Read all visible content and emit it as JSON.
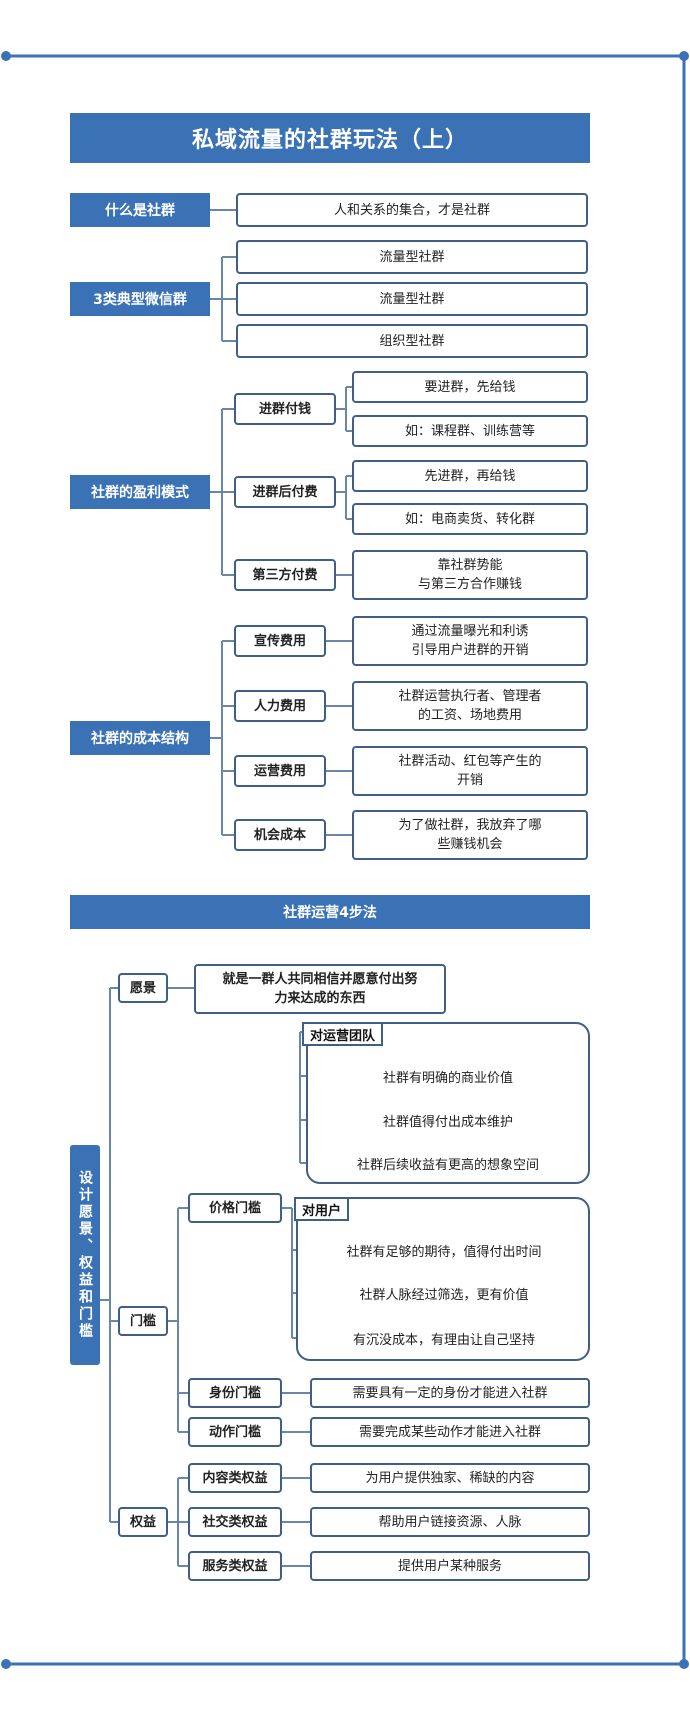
{
  "title": "私域流量的社群玩法（上）",
  "section1": {
    "q1": {
      "label": "什么是社群",
      "answer": "人和关系的集合，才是社群"
    },
    "q2": {
      "label": "3类典型微信群",
      "items": [
        "流量型社群",
        "流量型社群",
        "组织型社群"
      ]
    },
    "q3": {
      "label": "社群的盈利模式",
      "branches": [
        {
          "label": "进群付钱",
          "items": [
            "要进群，先给钱",
            "如：课程群、训练营等"
          ]
        },
        {
          "label": "进群后付费",
          "items": [
            "先进群，再给钱",
            "如：电商卖货、转化群"
          ]
        },
        {
          "label": "第三方付费",
          "items": [
            "靠社群势能\n与第三方合作赚钱"
          ]
        }
      ]
    },
    "q4": {
      "label": "社群的成本结构",
      "branches": [
        {
          "label": "宣传费用",
          "item": "通过流量曝光和利诱\n引导用户进群的开销"
        },
        {
          "label": "人力费用",
          "item": "社群运营执行者、管理者\n的工资、场地费用"
        },
        {
          "label": "运营费用",
          "item": "社群活动、红包等产生的\n开销"
        },
        {
          "label": "机会成本",
          "item": "为了做社群，我放弃了哪\n些赚钱机会"
        }
      ]
    }
  },
  "section2": {
    "title": "社群运营4步法",
    "vertical_title": "设计愿景、权益和门槛",
    "vision": {
      "label": "愿景",
      "item": "就是一群人共同相信并愿意付出努\n力来达成的东西"
    },
    "threshold": {
      "label": "门槛",
      "price": {
        "label": "价格门槛",
        "team": {
          "label": "对运营团队",
          "items": [
            "社群有明确的商业价值",
            "社群值得付出成本维护",
            "社群后续收益有更高的想象空间"
          ]
        },
        "user": {
          "label": "对用户",
          "items": [
            "社群有足够的期待，值得付出时间",
            "社群人脉经过筛选，更有价值",
            "有沉没成本，有理由让自己坚持"
          ]
        }
      },
      "identity": {
        "label": "身份门槛",
        "item": "需要具有一定的身份才能进入社群"
      },
      "action": {
        "label": "动作门槛",
        "item": "需要完成某些动作才能进入社群"
      }
    },
    "rights": {
      "label": "权益",
      "items": [
        {
          "label": "内容类权益",
          "item": "为用户提供独家、稀缺的内容"
        },
        {
          "label": "社交类权益",
          "item": "帮助用户链接资源、人脉"
        },
        {
          "label": "服务类权益",
          "item": "提供用户某种服务"
        }
      ]
    }
  },
  "colors": {
    "header": "#3b72b6",
    "border": "#3f5f86",
    "connector": "#6a86a8",
    "frame": "#3b72b6"
  }
}
